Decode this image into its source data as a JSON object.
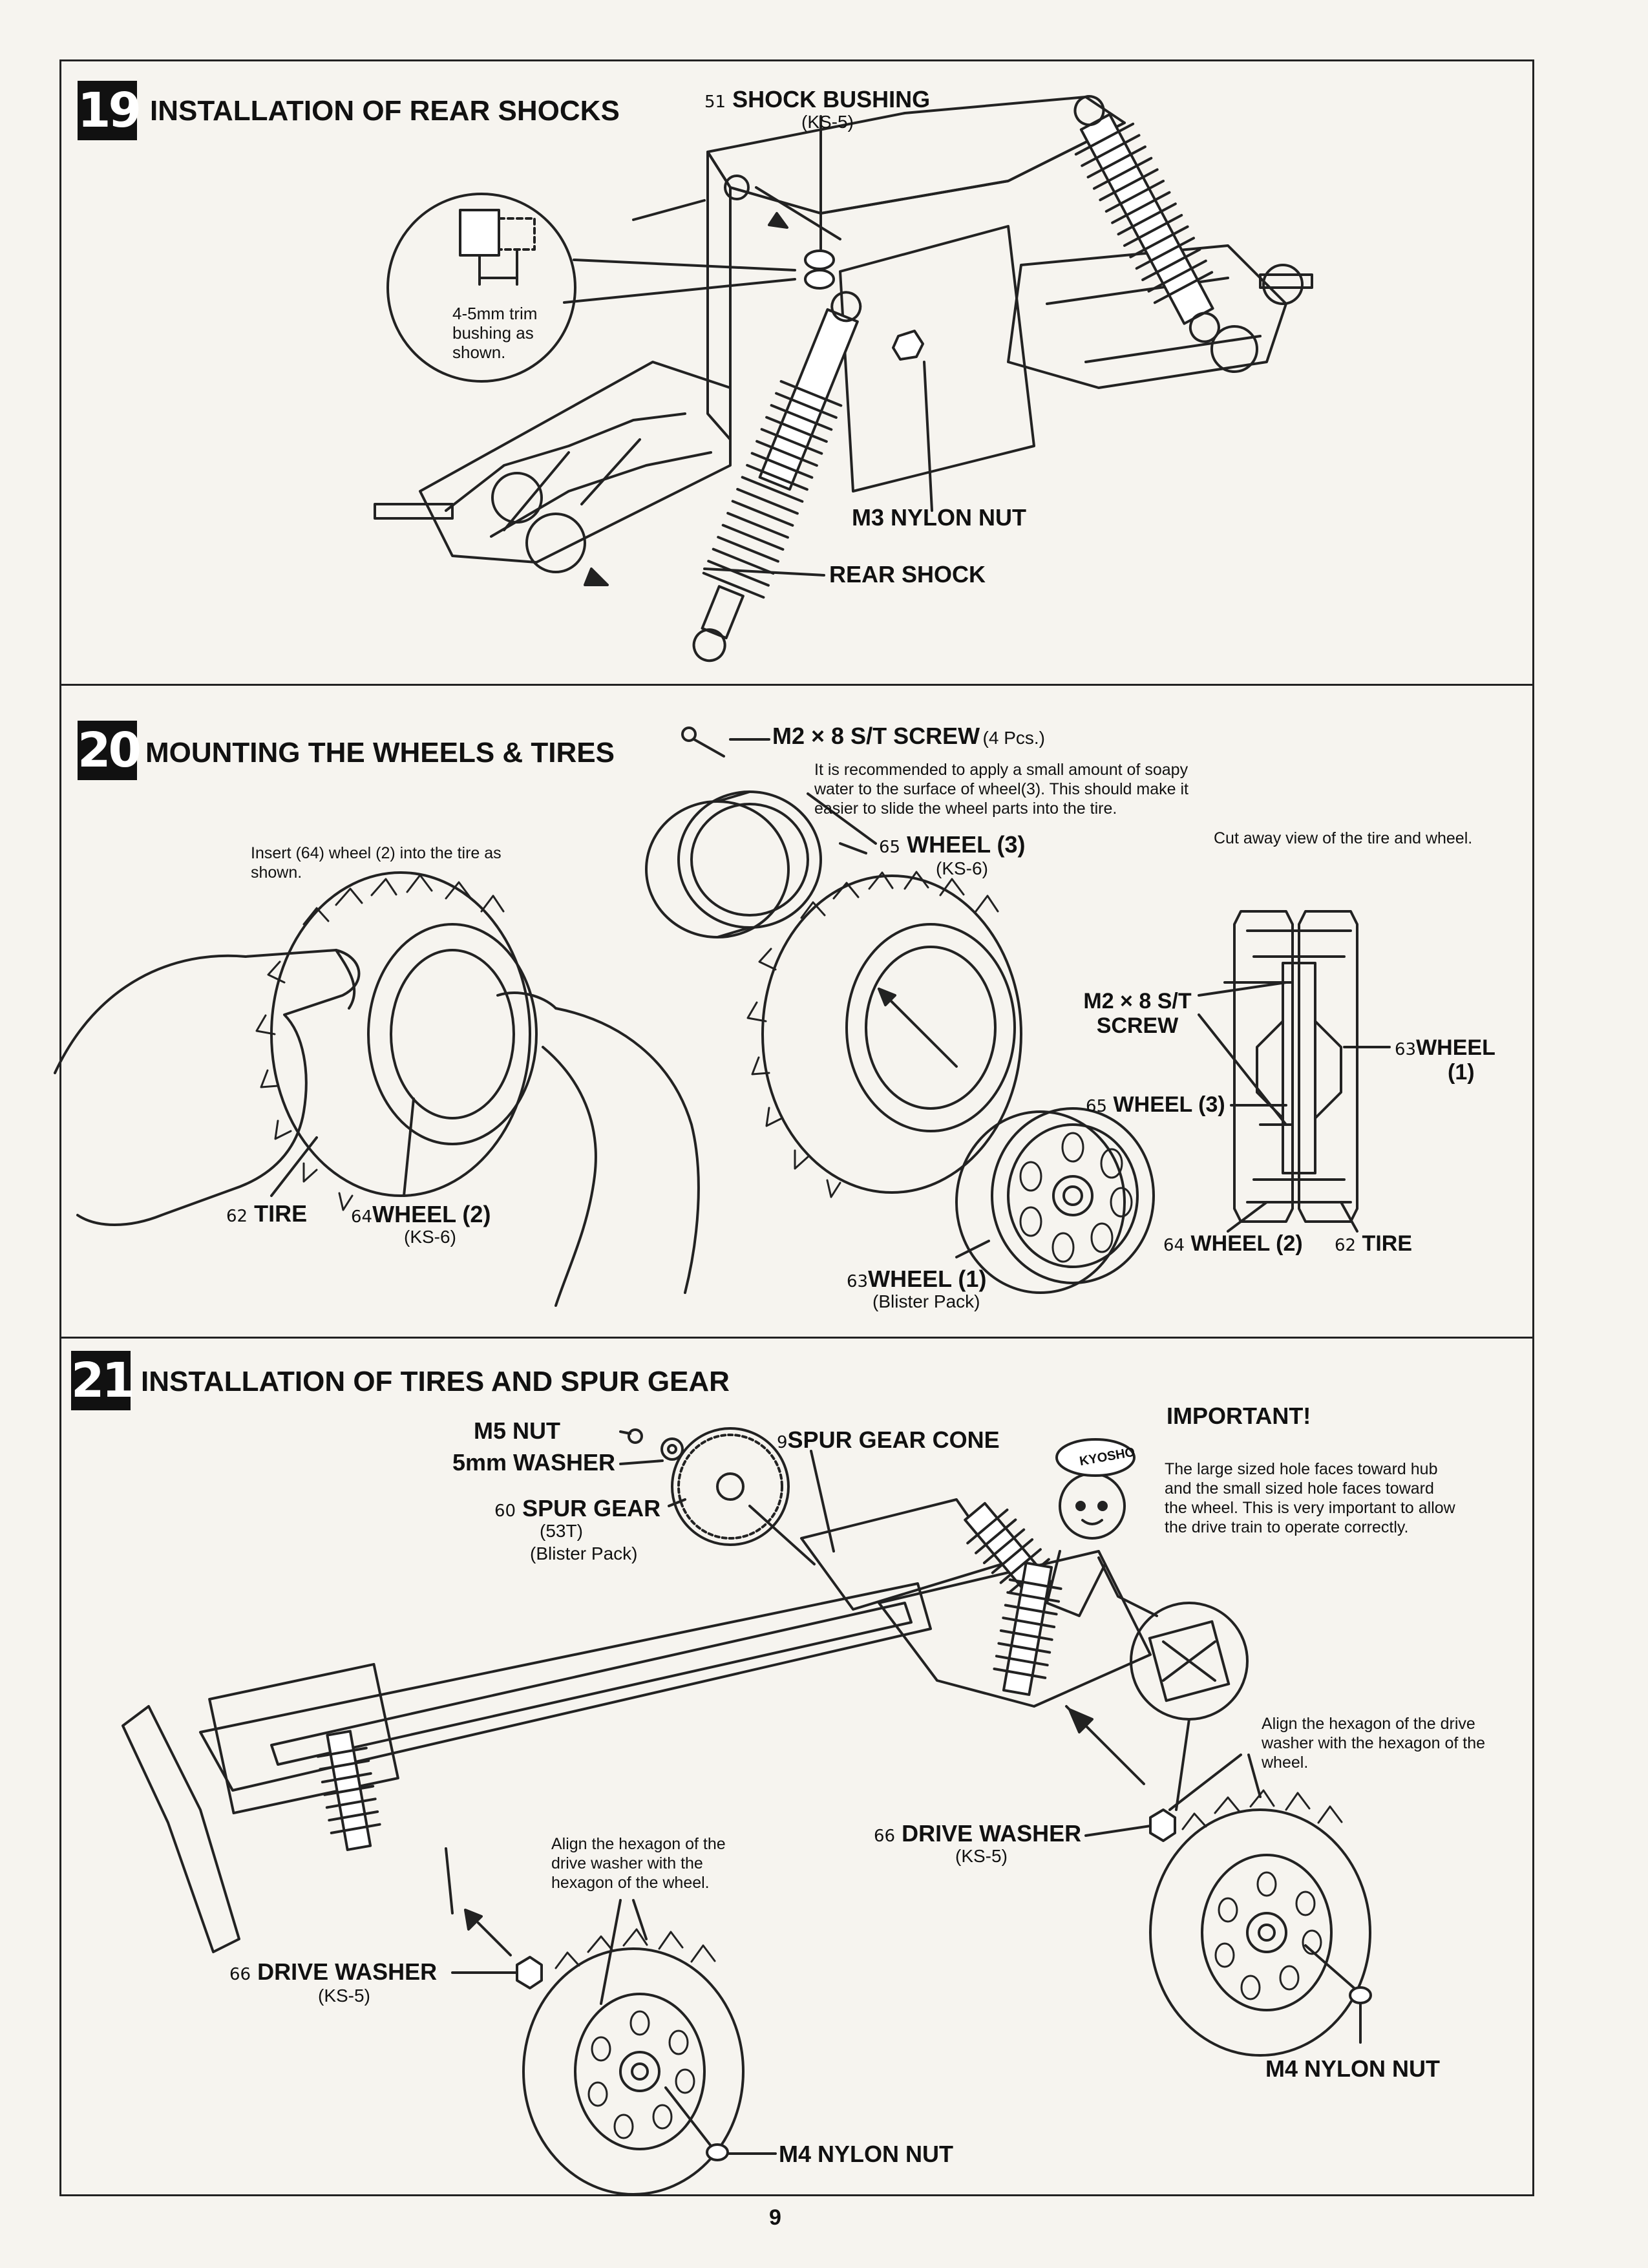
{
  "steps": [
    {
      "number": "19",
      "title": "INSTALLATION OF REAR SHOCKS"
    },
    {
      "number": "20",
      "title": "MOUNTING THE WHEELS & TIRES"
    },
    {
      "number": "21",
      "title": "INSTALLATION OF TIRES AND SPUR GEAR"
    }
  ],
  "s19": {
    "shock_bushing": {
      "num": "51",
      "name": "SHOCK BUSHING",
      "code": "(KS-5)"
    },
    "trim_note": "4-5mm trim bushing as shown.",
    "m3_nut": "M3 NYLON NUT",
    "rear_shock": "REAR SHOCK"
  },
  "s20": {
    "screw_label": "M2 × 8 S/T SCREW",
    "screw_qty": "(4 Pcs.)",
    "soapy_note": "It is recommended to apply a small amount of soapy water to the surface of wheel(3). This should make it easier to slide the wheel parts into the tire.",
    "insert_note": "Insert (64) wheel (2) into the tire as shown.",
    "wheel3": {
      "num": "65",
      "name": "WHEEL (3)",
      "code": "(KS-6)"
    },
    "cutaway_note": "Cut away view of the tire and wheel.",
    "cut_screw": "M2 × 8 S/T SCREW",
    "cut_wheel1": {
      "num": "63",
      "name": "WHEEL",
      "sub": "(1)"
    },
    "cut_wheel3": {
      "num": "65",
      "name": "WHEEL (3)"
    },
    "cut_wheel2": {
      "num": "64",
      "name": "WHEEL (2)"
    },
    "cut_tire": {
      "num": "62",
      "name": "TIRE"
    },
    "tire": {
      "num": "62",
      "name": "TIRE"
    },
    "wheel2": {
      "num": "64",
      "name": "WHEEL (2)",
      "code": "(KS-6)"
    },
    "wheel1": {
      "num": "63",
      "name": "WHEEL (1)",
      "code": "(Blister Pack)"
    }
  },
  "s21": {
    "m5_nut": "M5 NUT",
    "washer": "5mm WASHER",
    "spur_gear": {
      "num": "60",
      "name": "SPUR GEAR",
      "teeth": "(53T)",
      "code": "(Blister Pack)"
    },
    "spur_cone": {
      "num": "9",
      "name": "SPUR GEAR CONE"
    },
    "important_title": "IMPORTANT!",
    "important_text": "The large sized hole faces toward hub and the small sized hole faces toward the wheel. This is very important to allow the drive train to operate correctly.",
    "mascot_text": "KYOSHO",
    "align_right": "Align the hexagon of the drive washer with the hexagon of the wheel.",
    "align_left": "Align the hexagon of the drive washer with the hexagon of the wheel.",
    "drive_washer_r": {
      "num": "66",
      "name": "DRIVE WASHER",
      "code": "(KS-5)"
    },
    "drive_washer_l": {
      "num": "66",
      "name": "DRIVE WASHER",
      "code": "(KS-5)"
    },
    "m4_nut_r": "M4 NYLON NUT",
    "m4_nut_l": "M4 NYLON NUT"
  },
  "page_number": "9"
}
